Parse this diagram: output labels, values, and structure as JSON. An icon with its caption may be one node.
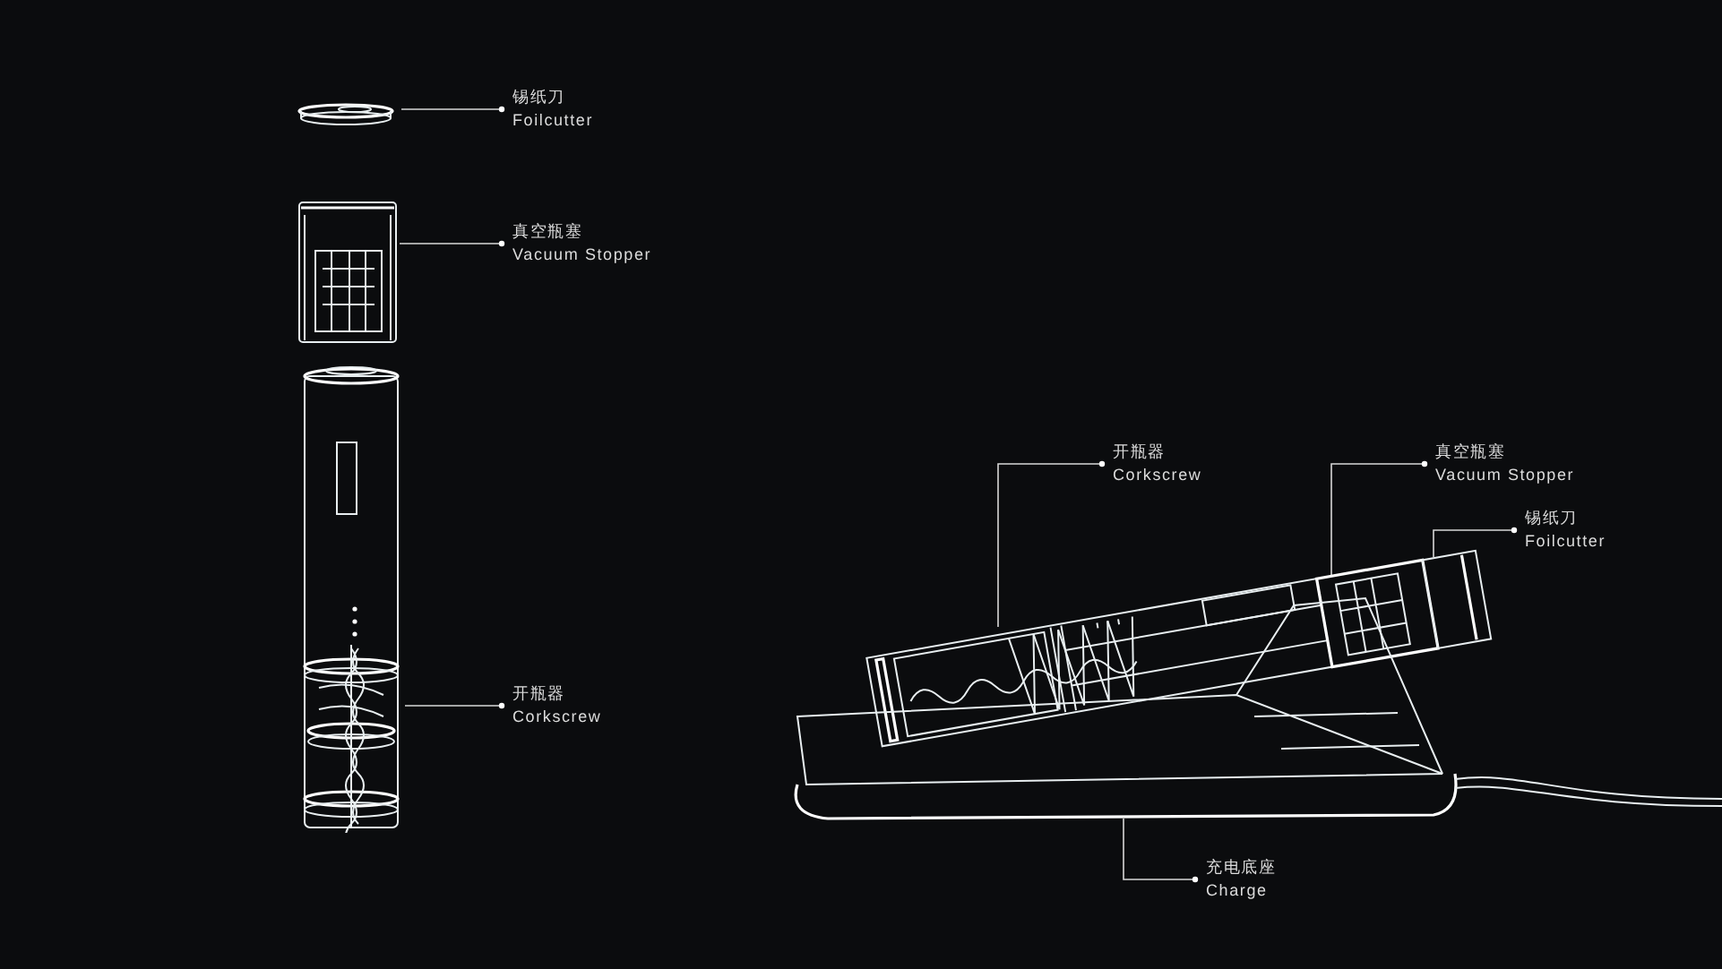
{
  "diagram": {
    "nodes": [
      {
        "text": [],
        "shape": "picture"
      },
      {
        "text": [
          "锡纸刀",
          "Foilcutter"
        ]
      },
      {
        "text": [],
        "shape": "picture"
      },
      {
        "text": [
          "真空瓶塞",
          "Vacuum Stopper"
        ]
      },
      {
        "text": [],
        "shape": "picture"
      },
      {
        "text": [
          "开瓶器",
          "Corkscrew"
        ]
      },
      {
        "text": [
          "开瓶器",
          "Corkscrew"
        ]
      },
      {
        "text": [
          "真空瓶塞",
          "Vacuum Stopper"
        ]
      },
      {
        "text": [
          "锡纸刀",
          "Foilcutter"
        ]
      },
      {
        "text": [],
        "shape": "picture"
      },
      {
        "text": [],
        "shape": "picture"
      },
      {
        "text": [],
        "shape": "picture"
      },
      {
        "text": [],
        "shape": "picture"
      },
      {
        "text": [
          "充电底座",
          "Charge"
        ]
      }
    ],
    "edges": [
      {
        "from": 1,
        "to": 0,
        "arrow": "other"
      },
      {
        "from": 3,
        "to": 2,
        "arrow": "other"
      },
      {
        "from": 5,
        "to": 4,
        "arrow": "other"
      },
      {
        "from": 6,
        "to": 9,
        "arrow": "other"
      },
      {
        "from": 7,
        "to": 10,
        "arrow": "other"
      },
      {
        "from": 8,
        "to": 11,
        "arrow": "other"
      },
      {
        "from": 13,
        "to": 12,
        "arrow": "other"
      }
    ]
  }
}
